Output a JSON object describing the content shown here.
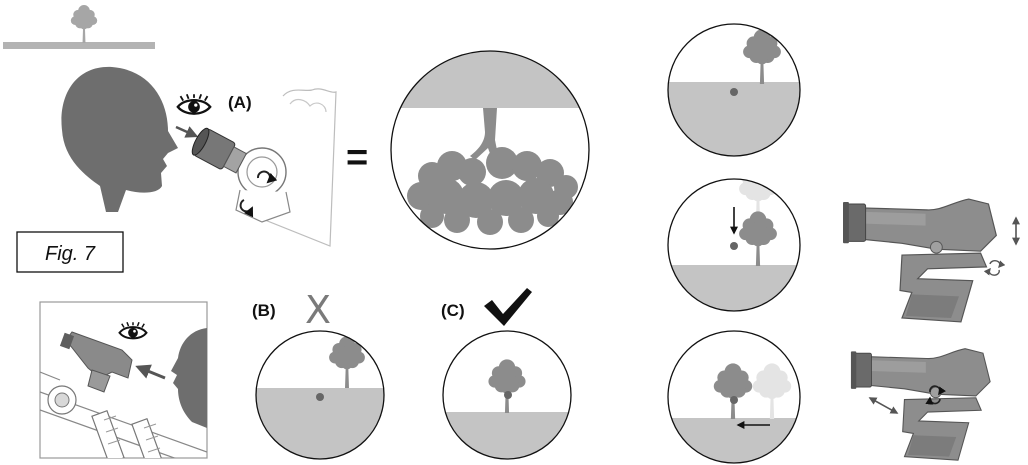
{
  "figure_label": "Fig. 7",
  "labels": {
    "a": "(A)",
    "b": "(B)",
    "c": "(C)",
    "equals": "=",
    "wrong_mark": "X"
  },
  "icons": {
    "eye": "eye-icon",
    "correct": "checkmark-icon",
    "move_down": "arrow-down-icon",
    "move_left": "arrow-left-icon",
    "adjust_vertical": "double-arrow-vertical-icon",
    "adjust_slide": "double-arrow-diagonal-icon",
    "adjust_screw": "rotate-icon",
    "tree": "tree-icon"
  },
  "colors": {
    "silhouette": "#6e6e6e",
    "ground": "#c4c4c4",
    "tree": "#8c8c8c",
    "ghost_tree": "#e4e4e4",
    "crosshair_dot": "#666666",
    "finder_scope": "#8d8d8d",
    "outline": "#111111"
  }
}
